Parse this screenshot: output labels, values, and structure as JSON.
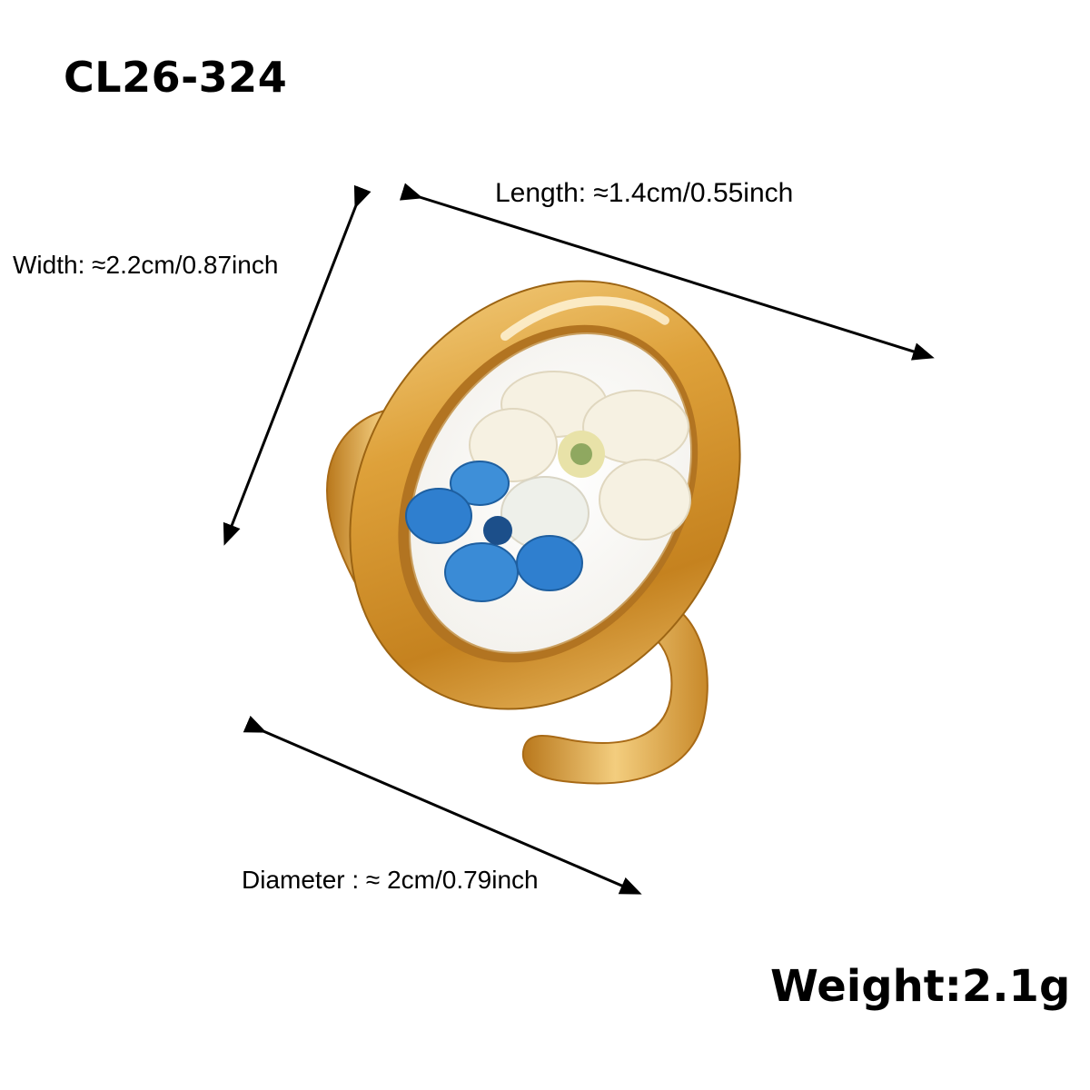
{
  "product": {
    "code": "CL26-324"
  },
  "dimensions": {
    "length": "Length: ≈1.4cm/0.55inch",
    "width": "Width: ≈2.2cm/0.87inch",
    "diameter": "Diameter : ≈ 2cm/0.79inch"
  },
  "weight": "Weight:2.1g",
  "colors": {
    "gold_light": "#f2c774",
    "gold_mid": "#d99a2f",
    "gold_dark": "#a86a16",
    "flower_white": "#f6f1e2",
    "flower_blue": "#2f7fcf",
    "arrow": "#000000"
  }
}
